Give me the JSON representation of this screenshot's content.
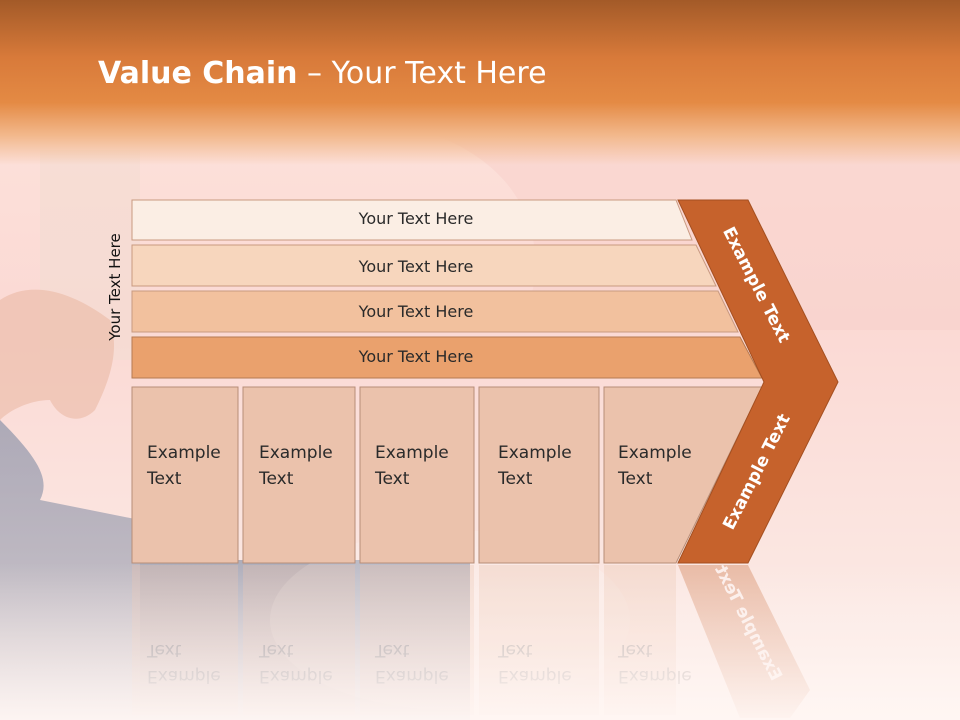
{
  "title": {
    "bold": "Value Chain",
    "rest": " – Your Text Here"
  },
  "side_label": "Your Text Here",
  "bands": [
    {
      "label": "Your Text Here",
      "color": "#fbeee4"
    },
    {
      "label": "Your Text Here",
      "color": "#f7d6bd"
    },
    {
      "label": "Your Text Here",
      "color": "#f2c19e"
    },
    {
      "label": "Your Text Here",
      "color": "#eaa16d"
    }
  ],
  "cells": [
    {
      "line1": "Example",
      "line2": "Text"
    },
    {
      "line1": "Example",
      "line2": "Text"
    },
    {
      "line1": "Example",
      "line2": "Text"
    },
    {
      "line1": "Example",
      "line2": "Text"
    },
    {
      "line1": "Example",
      "line2": "Text"
    }
  ],
  "arrow": {
    "top_label": "Example Text",
    "bottom_label": "Example Text",
    "color": "#c6622c"
  },
  "colors": {
    "header": "#d87a3a",
    "cell_fill": "#ebc2ac",
    "cell_border": "#b78d78"
  }
}
